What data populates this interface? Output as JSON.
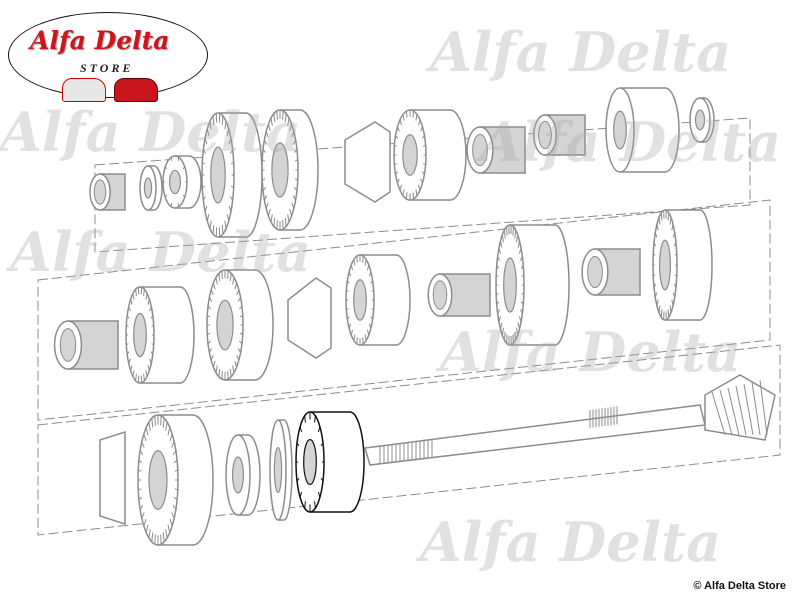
{
  "logo": {
    "title": "Alfa Delta",
    "subtitle": "STORE"
  },
  "watermark": "Alfa Delta",
  "copyright": "© Alfa Delta Store",
  "diagram": {
    "highlighted_part": "ball-bearing",
    "line_color": "#8c8c8c",
    "highlight_color": "#111111",
    "part_fill": "#d4d4d4"
  }
}
